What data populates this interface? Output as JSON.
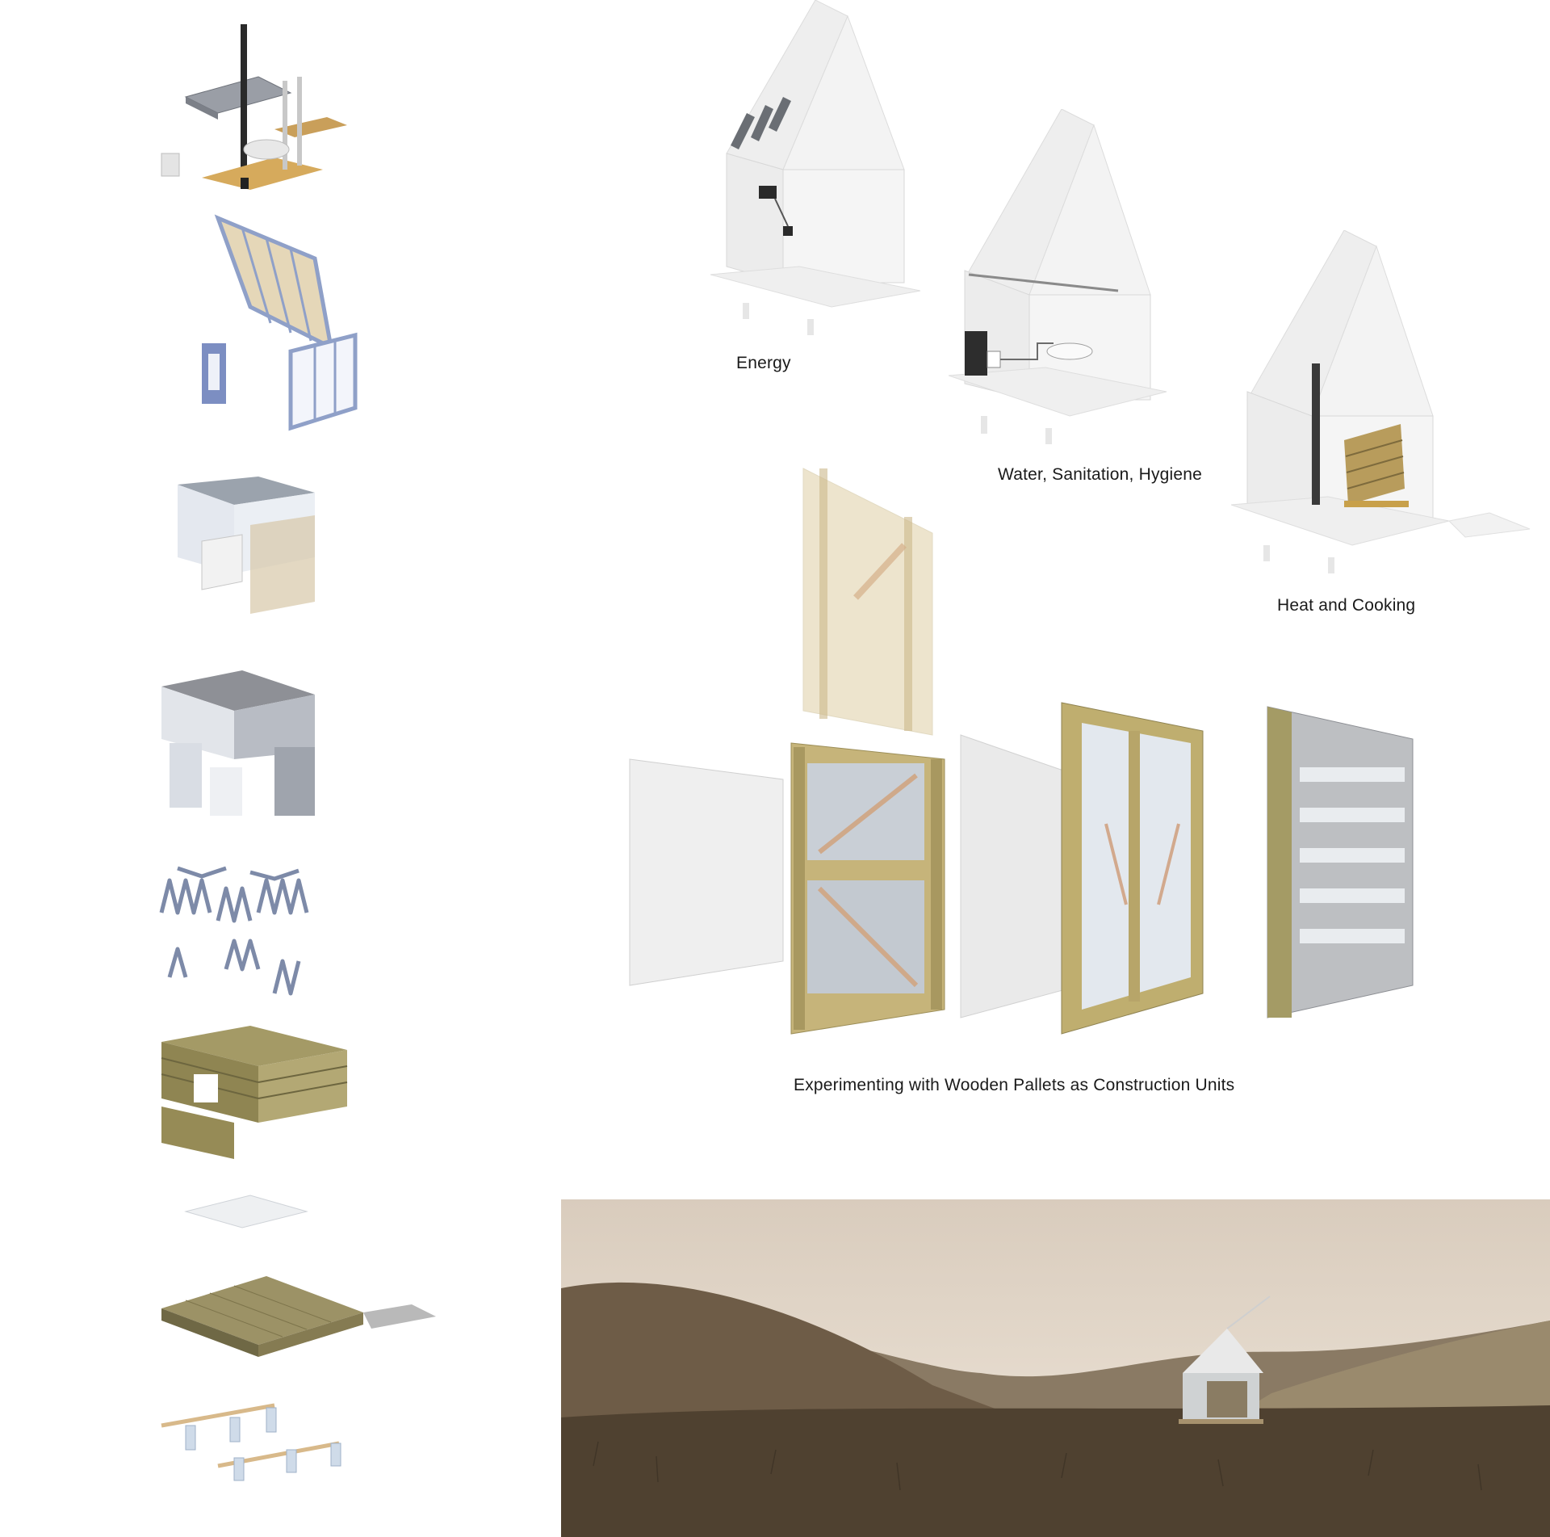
{
  "captions": {
    "energy": "Energy",
    "water": "Water, Sanitation, Hygiene",
    "heat": "Heat and Cooking",
    "pallets": "Experimenting with Wooden Pallets as Construction Units"
  },
  "colors": {
    "wood": "#d7b77a",
    "wood_dark": "#8f8552",
    "frame_blue": "#8fa0c8",
    "ghost": "#eeeeee",
    "ghost_line": "#d9d9d9",
    "sky": "#e2d6c8",
    "hills": "#6b5a48"
  }
}
